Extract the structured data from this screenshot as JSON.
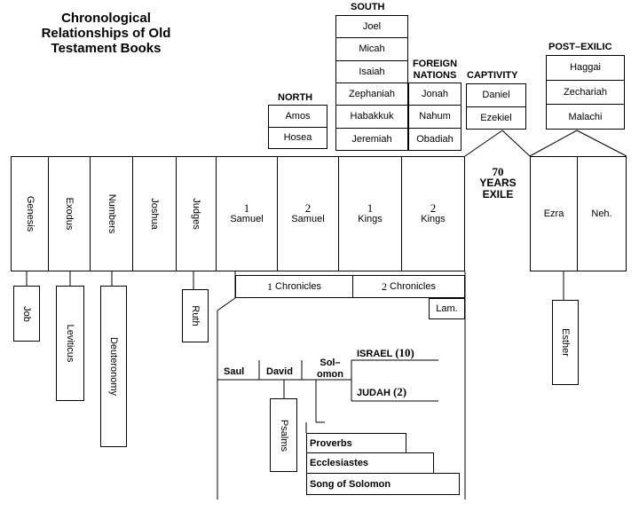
{
  "title": [
    "Chronological",
    "Relationships of Old",
    "Testament Books"
  ],
  "south": {
    "label": "SOUTH",
    "books": [
      "Joel",
      "Micah",
      "Isaiah",
      "Zephaniah",
      "Habakkuk",
      "Jeremiah"
    ]
  },
  "north": {
    "label": "NORTH",
    "books": [
      "Amos",
      "Hosea"
    ]
  },
  "foreign": {
    "label_1": "FOREIGN",
    "label_2": "NATIONS",
    "books": [
      "Jonah",
      "Nahum",
      "Obadiah"
    ]
  },
  "captivity": {
    "label": "CAPTIVITY",
    "books": [
      "Daniel",
      "Ezekiel"
    ]
  },
  "post_exilic": {
    "label": "POST–EXILIC",
    "books": [
      "Haggai",
      "Zechariah",
      "Malachi"
    ]
  },
  "main_books": [
    "Genesis",
    "Exodus",
    "Numbers",
    "Joshua",
    "Judges"
  ],
  "samuel_kings": [
    {
      "num": "1",
      "name": "Samuel"
    },
    {
      "num": "2",
      "name": "Samuel"
    },
    {
      "num": "1",
      "name": "Kings"
    },
    {
      "num": "2",
      "name": "Kings"
    }
  ],
  "exile": [
    "70",
    "YEARS",
    "EXILE"
  ],
  "return_books": [
    "Ezra",
    "Neh."
  ],
  "companion_books": [
    "Job",
    "Leviticus",
    "Deuteronomy",
    "Ruth"
  ],
  "esther": "Esther",
  "chronicles": [
    {
      "num": "1",
      "name": "Chronicles"
    },
    {
      "num": "2",
      "name": "Chronicles"
    }
  ],
  "lamentations": "Lam.",
  "kings_line": {
    "saul": "Saul",
    "david": "David",
    "solomon_1": "Sol–",
    "solomon_2": "omon"
  },
  "israel": {
    "name": "ISRAEL",
    "count": "(10)"
  },
  "judah": {
    "name": "JUDAH",
    "count": "(2)"
  },
  "psalms": "Psalms",
  "solomon_books": [
    "Proverbs",
    "Ecclesiastes",
    "Song of Solomon"
  ]
}
